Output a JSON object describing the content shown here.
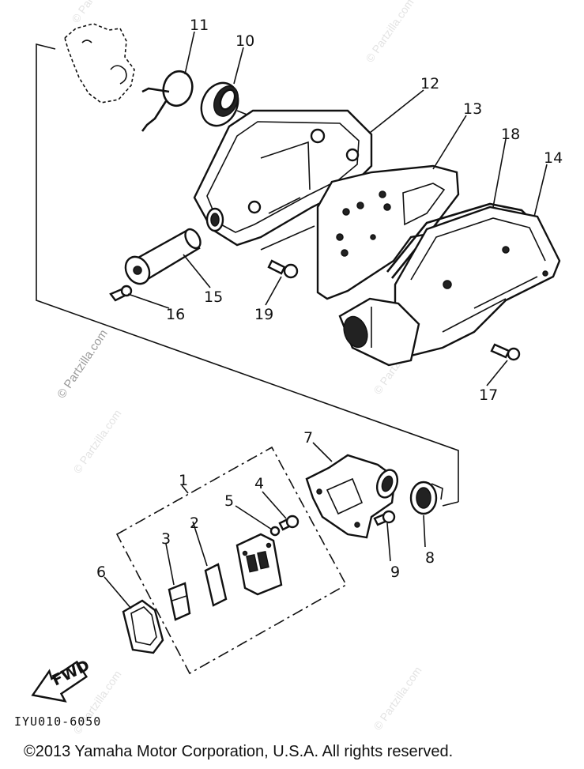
{
  "diagram": {
    "callouts": [
      "1",
      "2",
      "3",
      "4",
      "5",
      "6",
      "7",
      "8",
      "9",
      "10",
      "11",
      "12",
      "13",
      "14",
      "15",
      "16",
      "17",
      "18",
      "19"
    ],
    "direction_label": "FWD",
    "diagram_code": "IYU010-6050",
    "watermark": "© Partzilla.com",
    "copyright": "©2013  Yamaha Motor Corporation, U.S.A. All rights reserved."
  }
}
